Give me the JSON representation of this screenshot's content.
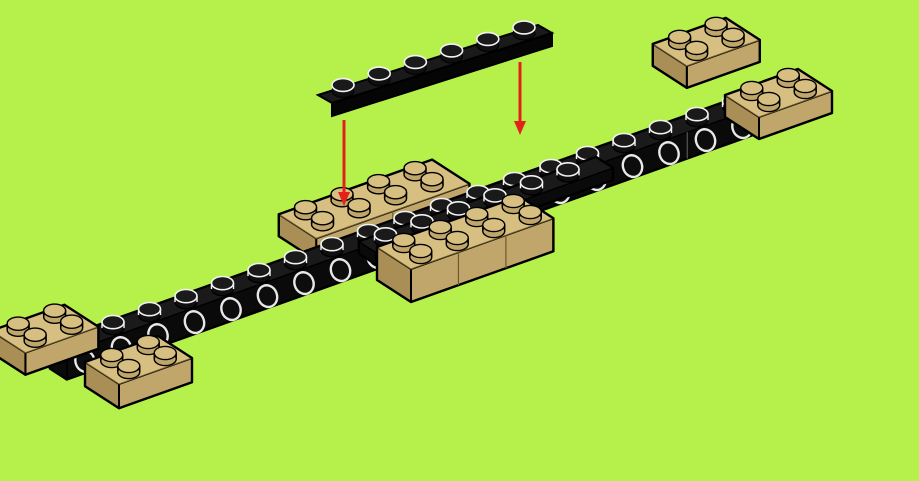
{
  "diagram": {
    "colors": {
      "background": "#b6f04a",
      "tan_top": "#d7bf82",
      "tan_left": "#c0a66a",
      "tan_right": "#a98f55",
      "black_top": "#1a1a1a",
      "black_side": "#0a0a0a",
      "stud_ring": "#f2f2f2",
      "arrow": "#e3231b",
      "outline": "#000000"
    },
    "parts": [
      {
        "name": "long-black-beam",
        "color": "black",
        "studs": 16
      },
      {
        "name": "short-black-beam-front",
        "color": "black",
        "studs": 8
      },
      {
        "name": "black-plate-1x6",
        "color": "black",
        "studs": 6
      },
      {
        "name": "tan-brick-2x2-left-back",
        "color": "tan"
      },
      {
        "name": "tan-brick-2x2-left-front",
        "color": "tan"
      },
      {
        "name": "tan-brick-2x2-right-back",
        "color": "tan"
      },
      {
        "name": "tan-brick-2x2-right-front",
        "color": "tan"
      },
      {
        "name": "tan-bricks-center",
        "color": "tan"
      }
    ],
    "instruction": {
      "step": "attach-plate",
      "arrows": 2,
      "arrow_icon": "down-arrow-icon"
    }
  }
}
